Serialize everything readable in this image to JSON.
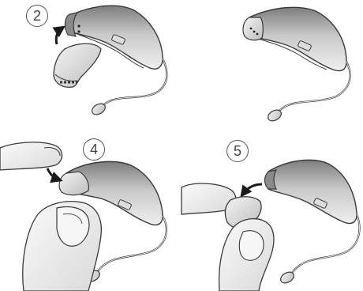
{
  "steps": [
    "2",
    "4",
    "5"
  ],
  "colors": {
    "outline": "#3a3a3a",
    "body_light": "#ececec",
    "body_mid": "#c8c8c8",
    "body_dark": "#8a8a8a",
    "skin": "#f2f2f2",
    "arrow": "#1a1a1a"
  }
}
